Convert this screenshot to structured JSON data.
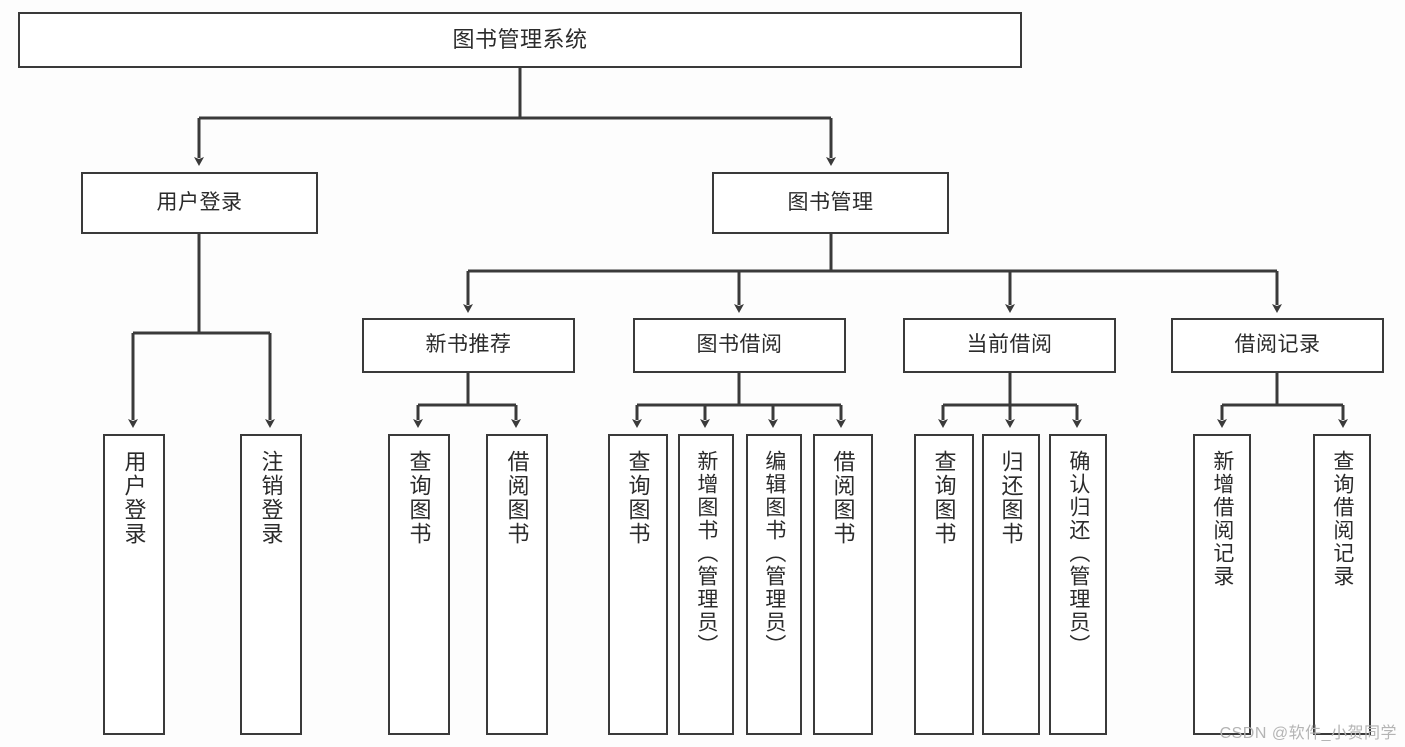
{
  "diagram": {
    "type": "tree-hierarchy",
    "title": "图书管理系统",
    "orientation": "top-down",
    "stroke_color": "#3a3a3a",
    "text_color": "#2b2b2b",
    "background_color": "#fdfdfd"
  },
  "root": {
    "label": "图书管理系统"
  },
  "level2": [
    {
      "label": "用户登录"
    },
    {
      "label": "图书管理"
    }
  ],
  "level3": [
    {
      "label": "新书推荐"
    },
    {
      "label": "图书借阅"
    },
    {
      "label": "当前借阅"
    },
    {
      "label": "借阅记录"
    }
  ],
  "leaves": {
    "user_login": [
      {
        "label": "用户登录"
      },
      {
        "label": "注销登录"
      }
    ],
    "new_book": [
      {
        "label": "查询图书"
      },
      {
        "label": "借阅图书"
      }
    ],
    "borrow": [
      {
        "label": "查询图书"
      },
      {
        "label": "新增图书（管理员）"
      },
      {
        "label": "编辑图书（管理员）"
      },
      {
        "label": "借阅图书"
      }
    ],
    "current": [
      {
        "label": "查询图书"
      },
      {
        "label": "归还图书"
      },
      {
        "label": "确认归还（管理员）"
      }
    ],
    "records": [
      {
        "label": "新增借阅记录"
      },
      {
        "label": "查询借阅记录"
      }
    ]
  },
  "watermark": {
    "text": "CSDN @软件_小贺同学"
  }
}
